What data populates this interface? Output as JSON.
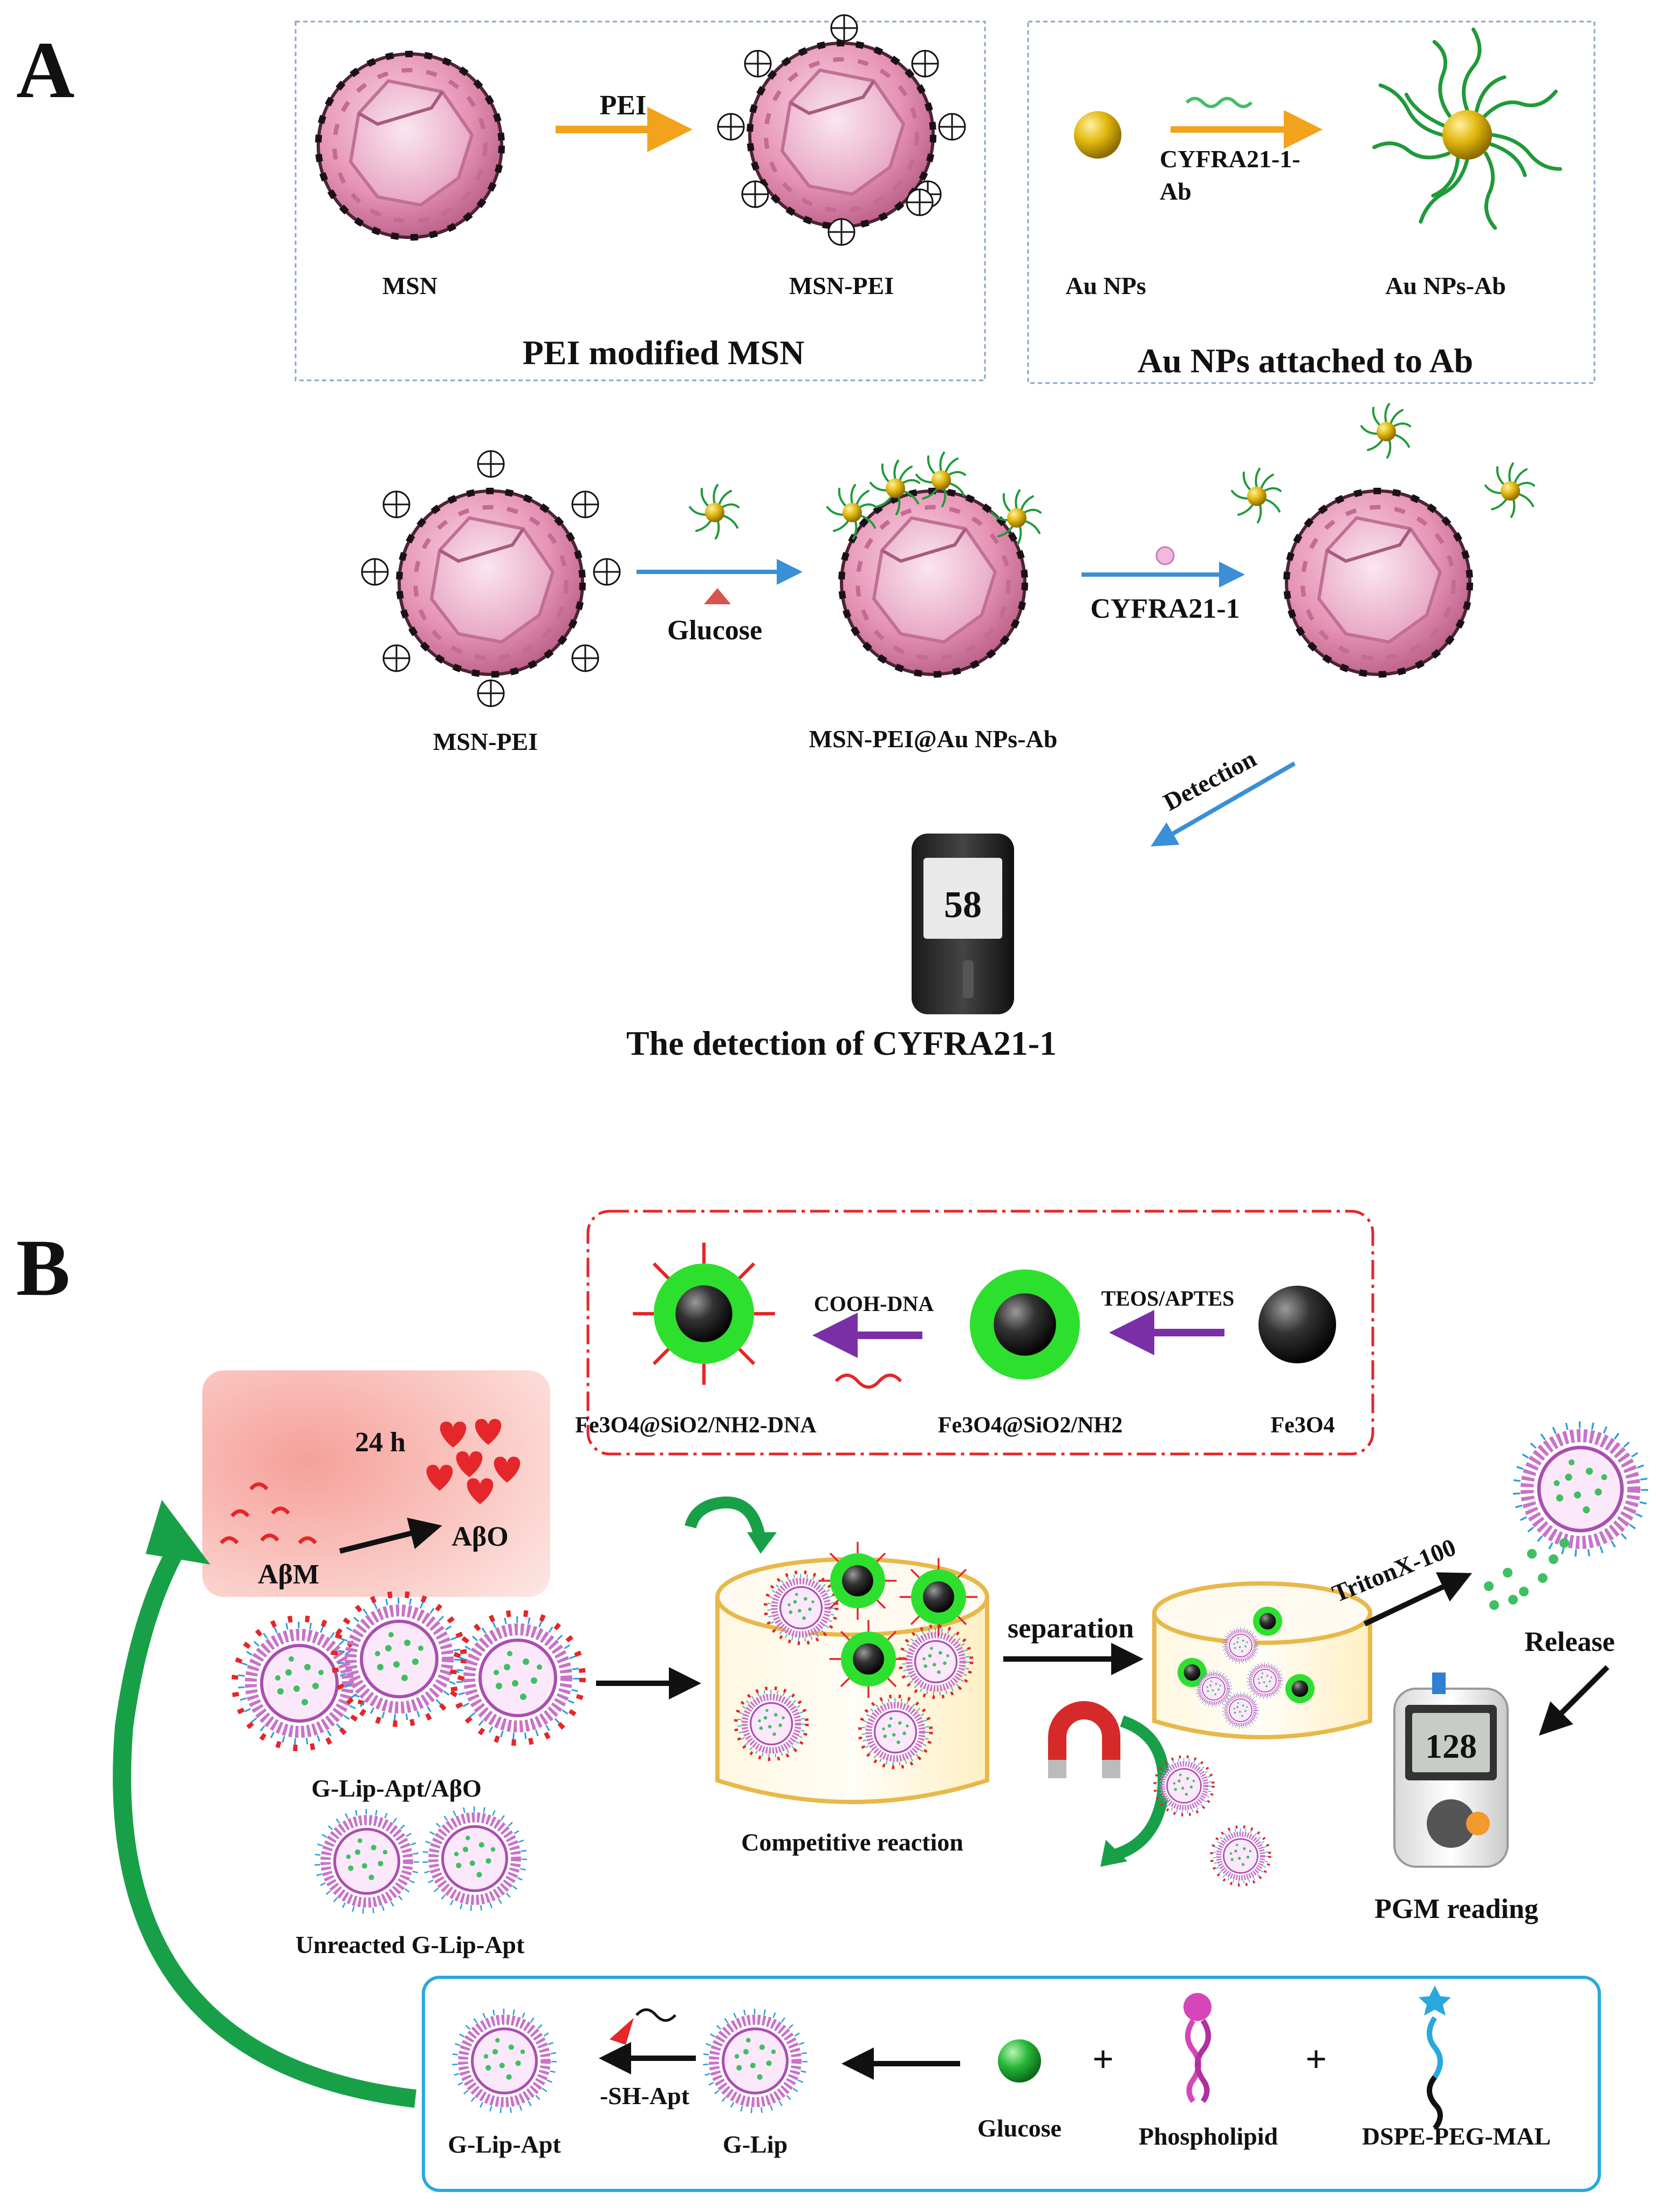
{
  "panel_a": {
    "letter": "A",
    "box1": {
      "title": "PEI modified MSN",
      "left_label": "MSN",
      "arrow_label": "PEI",
      "right_label": "MSN-PEI"
    },
    "box2": {
      "title": "Au NPs attached to Ab",
      "left_label": "Au NPs",
      "arrow_label_1": "CYFRA21-1-",
      "arrow_label_2": "Ab",
      "right_label": "Au NPs-Ab"
    },
    "flow": {
      "left_label": "MSN-PEI",
      "arrow1_label": "Glucose",
      "middle_label": "MSN-PEI@Au NPs-Ab",
      "arrow2_label": "CYFRA21-1",
      "detection_label": "Detection",
      "meter_reading": "58",
      "caption": "The detection of CYFRA21-1"
    }
  },
  "panel_b": {
    "letter": "B",
    "red_box": {
      "left_label": "Fe3O4@SiO2/NH2-DNA",
      "arrow1_label": "COOH-DNA",
      "middle_label": "Fe3O4@SiO2/NH2",
      "arrow2_label": "TEOS/APTES",
      "right_label": "Fe3O4"
    },
    "pink_box": {
      "time": "24 h",
      "left_label": "AβM",
      "right_label": "AβO"
    },
    "labels": {
      "glip_apt_abo": "G-Lip-Apt/AβO",
      "unreacted": "Unreacted G-Lip-Apt",
      "competitive": "Competitive reaction",
      "separation": "separation",
      "triton": "TritonX-100",
      "release": "Release",
      "pgm": "PGM reading",
      "meter_reading": "128"
    },
    "blue_box": {
      "glip_apt": "G-Lip-Apt",
      "sh_apt": "-SH-Apt",
      "glip": "G-Lip",
      "glucose": "Glucose",
      "plus1": "+",
      "phospholipid": "Phospholipid",
      "plus2": "+",
      "dspe": "DSPE-PEG-MAL"
    }
  },
  "colors": {
    "msn_pink": "#e898b8",
    "gold": "#e2b80f",
    "antibody_green": "#1f9a3a",
    "blue_arrow": "#3a8fd6",
    "orange_arrow": "#f2a31b",
    "purple_arrow": "#7b2fa6",
    "red_dashed": "#e5262a",
    "cyan_box": "#29a8e0",
    "big_green_arrow": "#18a048"
  }
}
